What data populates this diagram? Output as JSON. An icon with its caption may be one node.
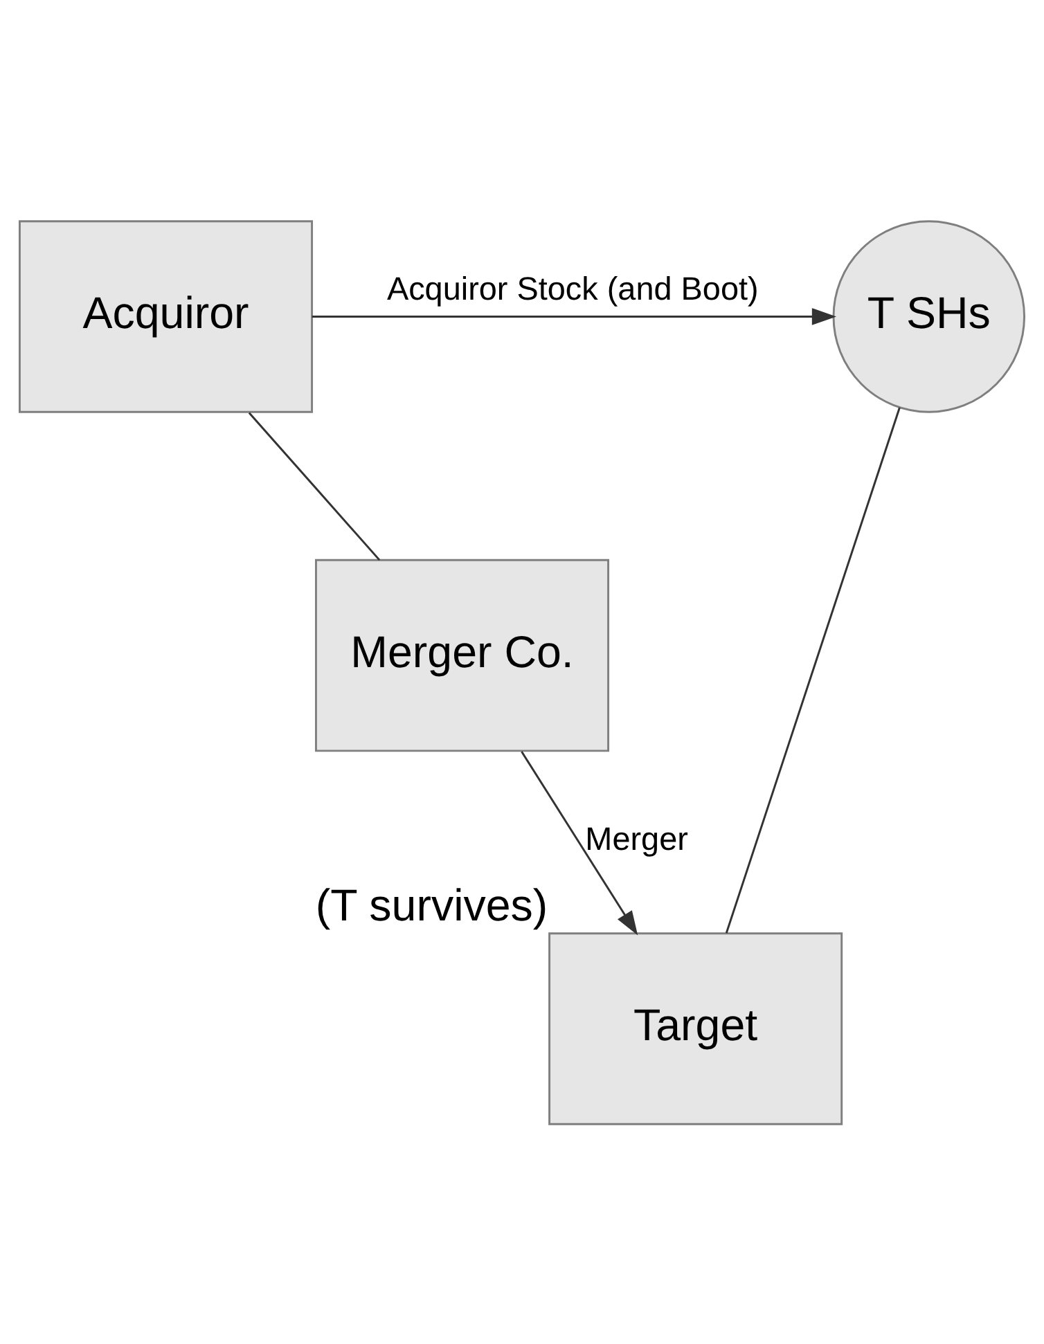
{
  "diagram": {
    "nodes": [
      {
        "text": [
          "T SHs"
        ]
      },
      {
        "text": [
          "Acquiror"
        ]
      },
      {
        "text": [
          "Target"
        ],
        "beside": [
          "(T survives)"
        ]
      },
      {
        "text": [
          "Merger Co."
        ]
      }
    ],
    "edges": [
      {
        "from": 1,
        "to": 0,
        "arrow": "to",
        "label": "Acquiror Stock (and Boot)"
      },
      {
        "from": 0,
        "to": 2,
        "arrow": "none"
      },
      {
        "from": 1,
        "to": 3,
        "arrow": "none"
      },
      {
        "from": 3,
        "to": 2,
        "arrow": "to",
        "label": "Merger"
      }
    ]
  }
}
